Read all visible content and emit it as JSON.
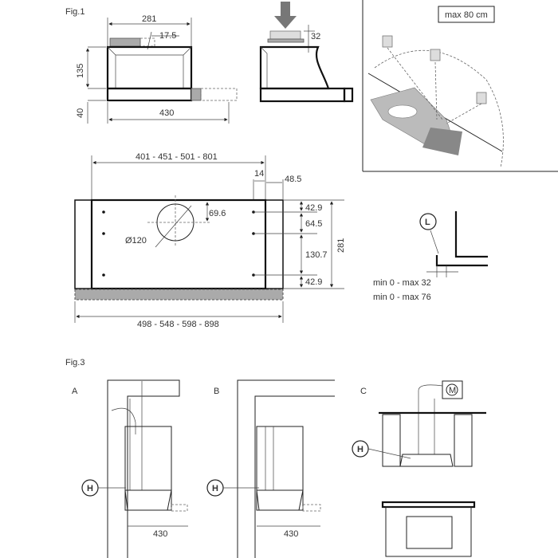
{
  "fig1": {
    "title": "Fig.1",
    "side_view": {
      "width": "281",
      "offset": "17.5",
      "height": "135",
      "bottom": "40",
      "depth": "430"
    },
    "front_view": {
      "gap": "32"
    },
    "wall_view": {
      "max_distance": "max 80 cm"
    },
    "bottom_view": {
      "inner_width": "401 - 451 - 501 - 801",
      "edge1": "14",
      "edge2": "48.5",
      "hole_offset": "69.6",
      "hole_diameter": "Ø120",
      "spacing_top": "42.9",
      "spacing_mid": "64.5",
      "spacing_large": "130.7",
      "spacing_bottom": "42.9",
      "depth": "281",
      "outer_width": "498 - 548 - 598 - 898"
    },
    "detail": {
      "label": "L",
      "min_max_1": "min 0 - max 32",
      "min_max_2": "min 0 - max 76"
    }
  },
  "fig3": {
    "title": "Fig.3",
    "panels": [
      {
        "label": "A",
        "marker": "H",
        "depth": "430"
      },
      {
        "label": "B",
        "marker": "H",
        "depth": "430"
      },
      {
        "label": "C",
        "marker": "H",
        "motor": "M"
      }
    ]
  }
}
